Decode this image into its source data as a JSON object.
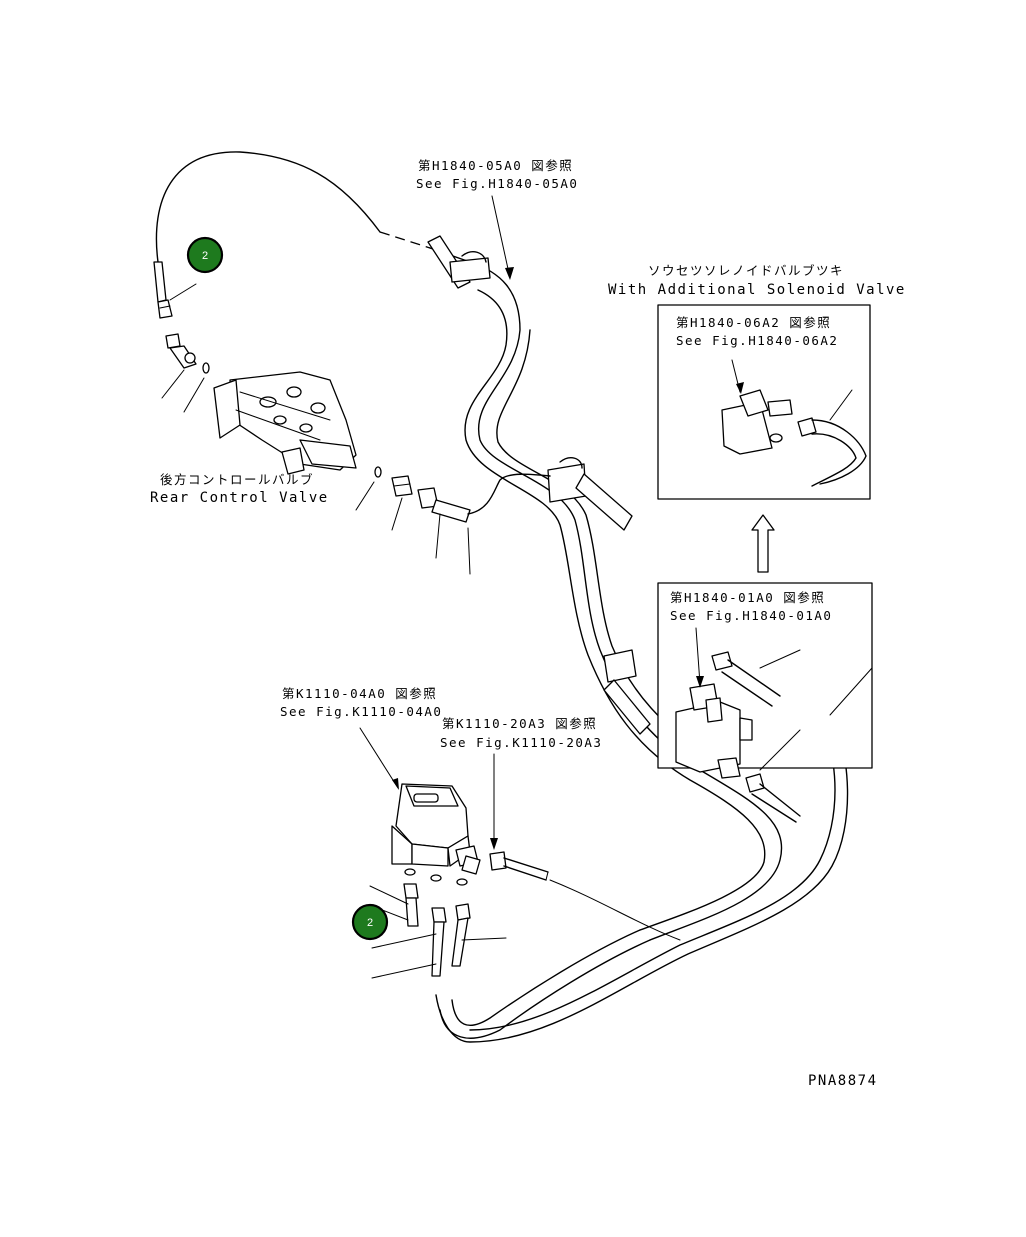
{
  "labels": {
    "h1840_05a0_jp": "第H1840-05A0 図参照",
    "h1840_05a0_en": "See Fig.H1840-05A0",
    "solenoid_jp": "ソウセツソレノイドバルブツキ",
    "solenoid_en": "With Additional Solenoid Valve",
    "h1840_06a2_jp": "第H1840-06A2 図参照",
    "h1840_06a2_en": "See Fig.H1840-06A2",
    "rear_cv_jp": "後方コントロールバルブ",
    "rear_cv_en": "Rear Control Valve",
    "h1840_01a0_jp": "第H1840-01A0 図参照",
    "h1840_01a0_en": "See Fig.H1840-01A0",
    "k1110_04a0_jp": "第K1110-04A0 図参照",
    "k1110_04a0_en": "See Fig.K1110-04A0",
    "k1110_20a3_jp": "第K1110-20A3 図参照",
    "k1110_20a3_en": "See Fig.K1110-20A3",
    "drawing_number": "PNA8874"
  },
  "callouts": [
    {
      "label": "2"
    },
    {
      "label": "2"
    }
  ],
  "colors": {
    "callout_fill": "#1e7a1e",
    "callout_stroke": "#000000",
    "line": "#000000",
    "background": "#ffffff"
  }
}
